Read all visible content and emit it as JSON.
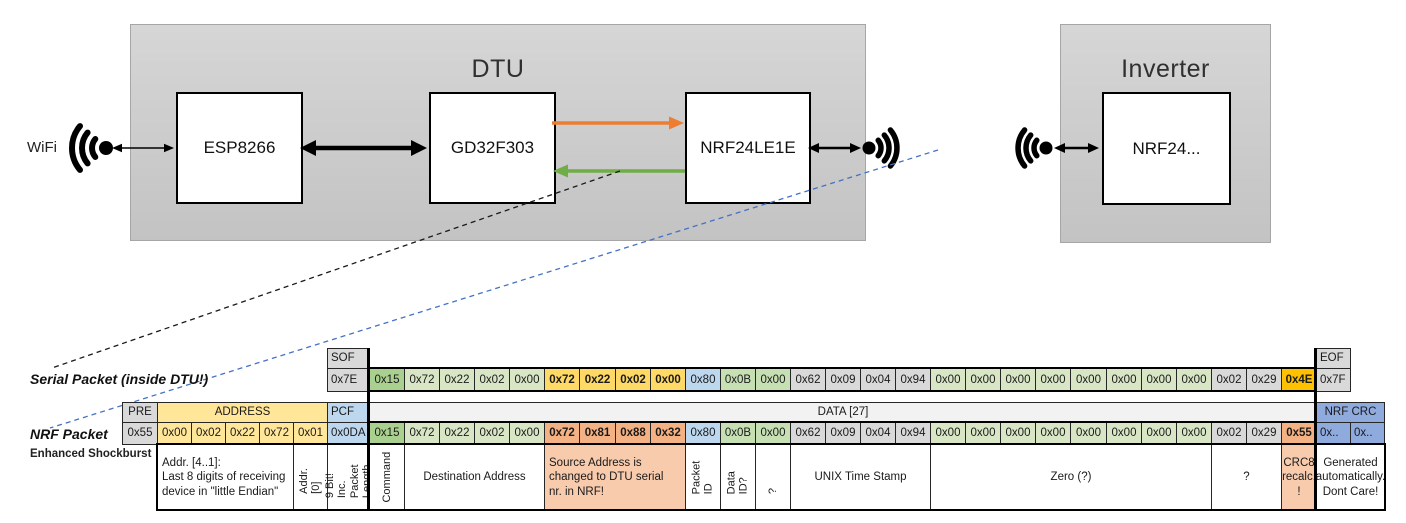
{
  "diagram": {
    "wifi_label": "WiFi",
    "dtu": {
      "title": "DTU",
      "components": [
        "ESP8266",
        "GD32F303",
        "NRF24LE1E"
      ]
    },
    "inverter": {
      "title": "Inverter",
      "component": "NRF24..."
    }
  },
  "colors": {
    "gy": "#d9d9d9",
    "yel": "#ffe699",
    "blue": "#bdd7ee",
    "bluecrc": "#8faadc",
    "cmd": "#a9d08e",
    "lg": "#d8e6c6",
    "mg": "#c6e0b4",
    "gold": "#ffd966",
    "amber": "#ffc000",
    "sal": "#f4b183",
    "salL": "#f8cbad",
    "dataHdr": "#f2f2f2",
    "orange": "#ed7d31",
    "green": "#70ad47",
    "dashblue": "#4472c4"
  },
  "serial": {
    "label": "Serial Packet (inside DTU!)",
    "sof": {
      "header": "SOF",
      "value": "0x7E"
    },
    "eof": {
      "header": "EOF",
      "value": "0x7F"
    },
    "bytes": [
      {
        "v": "0x15",
        "c": "cmd"
      },
      {
        "v": "0x72",
        "c": "lg"
      },
      {
        "v": "0x22",
        "c": "lg"
      },
      {
        "v": "0x02",
        "c": "lg"
      },
      {
        "v": "0x00",
        "c": "lg"
      },
      {
        "v": "0x72",
        "c": "gold",
        "b": true
      },
      {
        "v": "0x22",
        "c": "gold",
        "b": true
      },
      {
        "v": "0x02",
        "c": "gold",
        "b": true
      },
      {
        "v": "0x00",
        "c": "gold",
        "b": true
      },
      {
        "v": "0x80",
        "c": "blue"
      },
      {
        "v": "0x0B",
        "c": "mg"
      },
      {
        "v": "0x00",
        "c": "mg"
      },
      {
        "v": "0x62",
        "c": "gy"
      },
      {
        "v": "0x09",
        "c": "gy"
      },
      {
        "v": "0x04",
        "c": "gy"
      },
      {
        "v": "0x94",
        "c": "gy"
      },
      {
        "v": "0x00",
        "c": "lg"
      },
      {
        "v": "0x00",
        "c": "lg"
      },
      {
        "v": "0x00",
        "c": "lg"
      },
      {
        "v": "0x00",
        "c": "lg"
      },
      {
        "v": "0x00",
        "c": "lg"
      },
      {
        "v": "0x00",
        "c": "lg"
      },
      {
        "v": "0x00",
        "c": "lg"
      },
      {
        "v": "0x00",
        "c": "lg"
      },
      {
        "v": "0x02",
        "c": "gy"
      },
      {
        "v": "0x29",
        "c": "gy"
      },
      {
        "v": "0x4E",
        "c": "amber",
        "b": true
      }
    ]
  },
  "nrf": {
    "label": "NRF Packet",
    "sublabel": "Enhanced Shockburst",
    "pre": {
      "header": "PRE",
      "value": "0x55"
    },
    "address": {
      "header": "ADDRESS",
      "values": [
        "0x00",
        "0x02",
        "0x22",
        "0x72",
        "0x01"
      ]
    },
    "pcf": {
      "header": "PCF",
      "value": "0x0DA"
    },
    "data_header": "DATA [27]",
    "crc": {
      "header": "NRF CRC",
      "values": [
        "0x..",
        "0x.."
      ]
    },
    "bytes": [
      {
        "v": "0x15",
        "c": "cmd"
      },
      {
        "v": "0x72",
        "c": "lg"
      },
      {
        "v": "0x22",
        "c": "lg"
      },
      {
        "v": "0x02",
        "c": "lg"
      },
      {
        "v": "0x00",
        "c": "lg"
      },
      {
        "v": "0x72",
        "c": "sal",
        "b": true
      },
      {
        "v": "0x81",
        "c": "sal",
        "b": true
      },
      {
        "v": "0x88",
        "c": "sal",
        "b": true
      },
      {
        "v": "0x32",
        "c": "sal",
        "b": true
      },
      {
        "v": "0x80",
        "c": "blue"
      },
      {
        "v": "0x0B",
        "c": "mg"
      },
      {
        "v": "0x00",
        "c": "mg"
      },
      {
        "v": "0x62",
        "c": "gy"
      },
      {
        "v": "0x09",
        "c": "gy"
      },
      {
        "v": "0x04",
        "c": "gy"
      },
      {
        "v": "0x94",
        "c": "gy"
      },
      {
        "v": "0x00",
        "c": "lg"
      },
      {
        "v": "0x00",
        "c": "lg"
      },
      {
        "v": "0x00",
        "c": "lg"
      },
      {
        "v": "0x00",
        "c": "lg"
      },
      {
        "v": "0x00",
        "c": "lg"
      },
      {
        "v": "0x00",
        "c": "lg"
      },
      {
        "v": "0x00",
        "c": "lg"
      },
      {
        "v": "0x00",
        "c": "lg"
      },
      {
        "v": "0x02",
        "c": "gy"
      },
      {
        "v": "0x29",
        "c": "gy"
      },
      {
        "v": "0x55",
        "c": "sal",
        "b": true
      }
    ]
  },
  "annotations": [
    {
      "text": "Addr. [4..1]:\nLast 8 digits of receiving\ndevice in \"little Endian\"",
      "span": 4,
      "align": "left"
    },
    {
      "text": "Addr.[0]",
      "span": 1,
      "vertical": true
    },
    {
      "text": "9 Bit!\nInc. Packet\nLength",
      "span": 1,
      "vertical": true
    },
    {
      "text": "Command",
      "span": 1,
      "vertical": true
    },
    {
      "text": "Destination Address",
      "span": 4
    },
    {
      "text": "Source Address is\nchanged to DTU serial\nnr. in NRF!",
      "span": 4,
      "bg": "salL",
      "align": "left"
    },
    {
      "text": "Packet ID",
      "span": 1,
      "vertical": true
    },
    {
      "text": "Data ID?",
      "span": 1,
      "vertical": true
    },
    {
      "text": "?",
      "span": 1,
      "vertical": true
    },
    {
      "text": "UNIX Time Stamp",
      "span": 4
    },
    {
      "text": "Zero (?)",
      "span": 8
    },
    {
      "text": "?",
      "span": 2
    },
    {
      "text": "CRC8\nrecalc.\n!",
      "span": 1,
      "bg": "salL"
    },
    {
      "text": "Generated\nautomatically.\nDont Care!",
      "span": 2
    }
  ]
}
